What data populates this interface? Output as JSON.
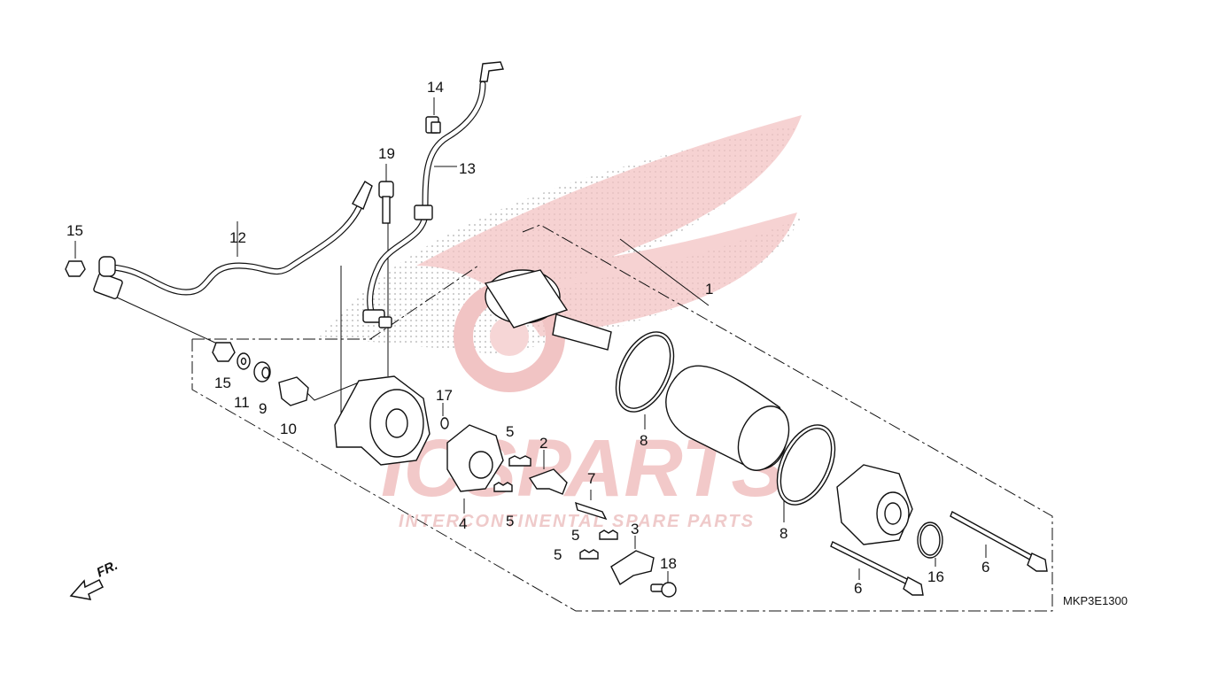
{
  "watermark": {
    "brand": "ICSPARTS",
    "tagline": "INTERCONTINENTAL SPARE PARTS",
    "colors": {
      "wing": "#f3c3c3",
      "text": "#f2c9c9"
    }
  },
  "diagram": {
    "code": "MKP3E1300",
    "direction_label": "FR.",
    "callouts": [
      {
        "id": "c1",
        "label": "1"
      },
      {
        "id": "c2",
        "label": "2"
      },
      {
        "id": "c3",
        "label": "3"
      },
      {
        "id": "c4",
        "label": "4"
      },
      {
        "id": "c5a",
        "label": "5"
      },
      {
        "id": "c5b",
        "label": "5"
      },
      {
        "id": "c5c",
        "label": "5"
      },
      {
        "id": "c5d",
        "label": "5"
      },
      {
        "id": "c6a",
        "label": "6"
      },
      {
        "id": "c6b",
        "label": "6"
      },
      {
        "id": "c7",
        "label": "7"
      },
      {
        "id": "c8a",
        "label": "8"
      },
      {
        "id": "c8b",
        "label": "8"
      },
      {
        "id": "c9",
        "label": "9"
      },
      {
        "id": "c10",
        "label": "10"
      },
      {
        "id": "c11",
        "label": "11"
      },
      {
        "id": "c12",
        "label": "12"
      },
      {
        "id": "c13",
        "label": "13"
      },
      {
        "id": "c14",
        "label": "14"
      },
      {
        "id": "c15a",
        "label": "15"
      },
      {
        "id": "c15b",
        "label": "15"
      },
      {
        "id": "c16",
        "label": "16"
      },
      {
        "id": "c17",
        "label": "17"
      },
      {
        "id": "c18",
        "label": "18"
      },
      {
        "id": "c19",
        "label": "19"
      }
    ]
  }
}
